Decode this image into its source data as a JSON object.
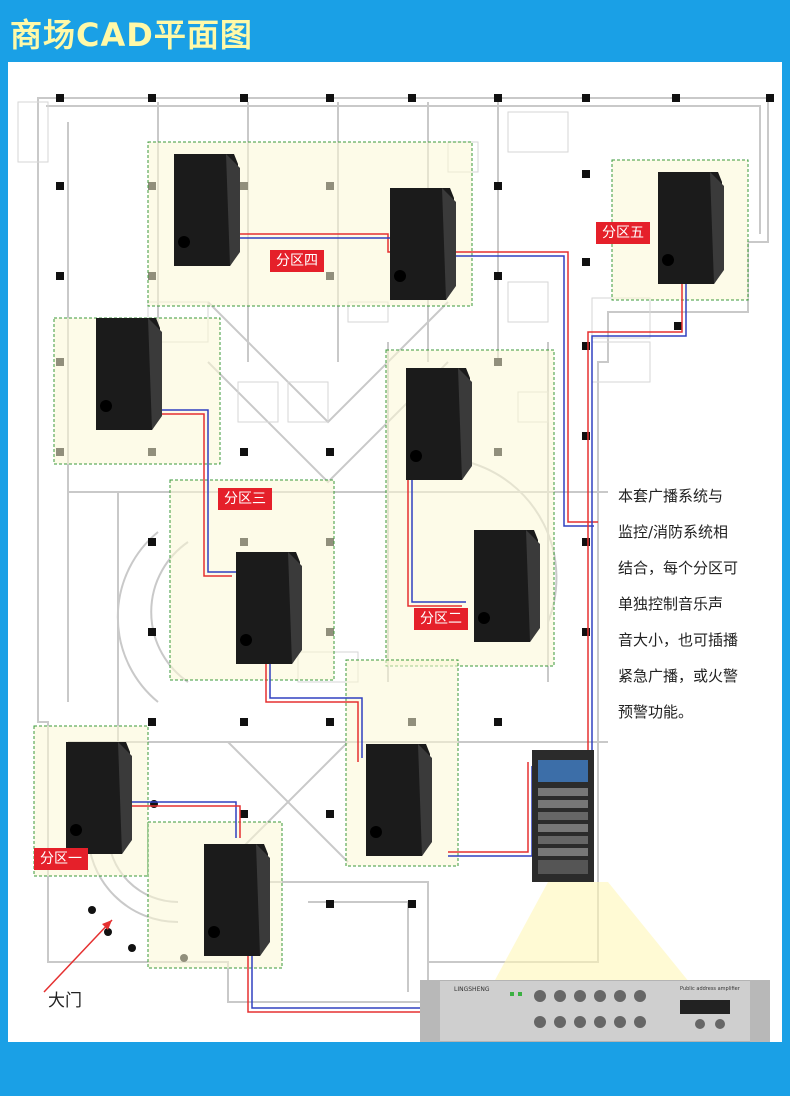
{
  "header": {
    "title": "商场CAD平面图"
  },
  "zones": [
    {
      "id": "zone-1",
      "label": "分区一"
    },
    {
      "id": "zone-2",
      "label": "分区二"
    },
    {
      "id": "zone-3",
      "label": "分区三"
    },
    {
      "id": "zone-4",
      "label": "分区四"
    },
    {
      "id": "zone-5",
      "label": "分区五"
    }
  ],
  "description": {
    "lines": [
      "本套广播系统与",
      "监控/消防系统相",
      "结合，每个分区可",
      "单独控制音乐声",
      "音大小，也可插播",
      "紧急广播，或火警",
      "预警功能。"
    ]
  },
  "entrance": {
    "label": "大门"
  },
  "amplifier": {
    "brand": "LINGSHENG",
    "panel": "Public address amplifier"
  },
  "colors": {
    "accent": "#1aa0e6",
    "title": "#fff9a8",
    "zone_label": "#e5202a",
    "zone_box": "#fbf8d6",
    "cable_red": "#e53030",
    "cable_blue": "#3040c0",
    "dashed": "#3a9a3a"
  }
}
